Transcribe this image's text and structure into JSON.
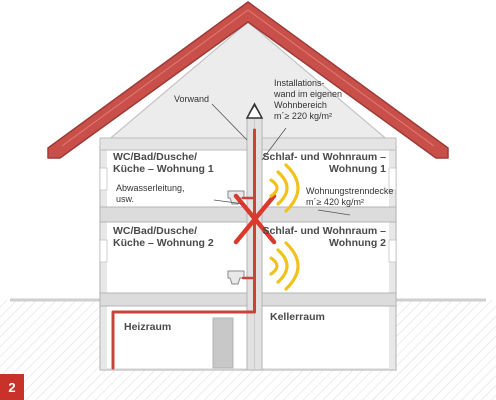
{
  "figure_number": "2",
  "labels": {
    "vorwand": "Vorwand",
    "installationswand_line1": "Installations-",
    "installationswand_line2": "wand im eigenen",
    "installationswand_line3": "Wohnbereich",
    "installationswand_line4": "m´≥ 220 kg/m²",
    "room_upper_left_line1": "WC/Bad/Dusche/",
    "room_upper_left_line2": "Küche – Wohnung 1",
    "room_upper_right_line1": "Schlaf- und Wohnraum –",
    "room_upper_right_line2": "Wohnung 1",
    "abwasser_line1": "Abwasserleitung,",
    "abwasser_line2": "usw.",
    "trenndecke_line1": "Wohnungstrenndecke",
    "trenndecke_line2": "m´≥ 420 kg/m²",
    "room_lower_left_line1": "WC/Bad/Dusche/",
    "room_lower_left_line2": "Küche – Wohnung 2",
    "room_lower_right_line1": "Schlaf- und Wohnraum –",
    "room_lower_right_line2": "Wohnung 2",
    "heizraum": "Heizraum",
    "kellerraum": "Kellerraum"
  },
  "colors": {
    "roof": "#c9504a",
    "roof_outline": "#9e3a36",
    "wall": "#e2e2e2",
    "wall_outline": "#b5b5b5",
    "ground_hatch": "#b9b9b9",
    "pipe": "#c8443a",
    "cross": "#d93a2b",
    "sound_waves": "#f1c21b",
    "badge": "#c8322a"
  }
}
